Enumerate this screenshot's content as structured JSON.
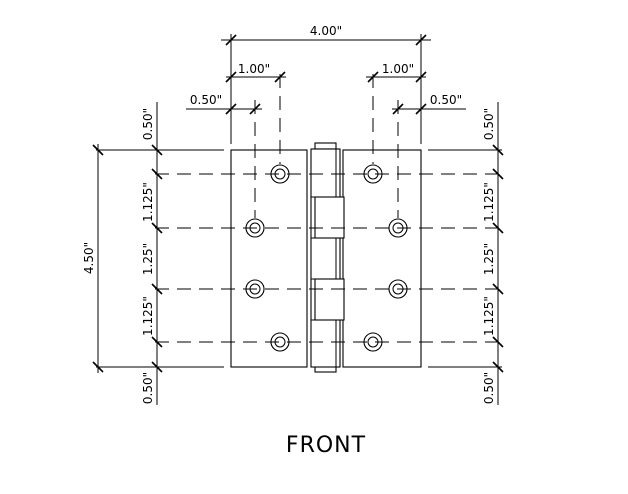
{
  "view_title": "FRONT",
  "dimensions": {
    "overall_width": "4.00\"",
    "hole_offset_left": "1.00\"",
    "hole_offset_right": "1.00\"",
    "edge_offset_left": "0.50\"",
    "edge_offset_right": "0.50\"",
    "overall_height": "4.50\"",
    "left_column": [
      "0.50\"",
      "1.125\"",
      "1.25\"",
      "1.125\"",
      "0.50\""
    ],
    "right_column": [
      "0.50\"",
      "1.125\"",
      "1.25\"",
      "1.125\"",
      "0.50\""
    ]
  }
}
